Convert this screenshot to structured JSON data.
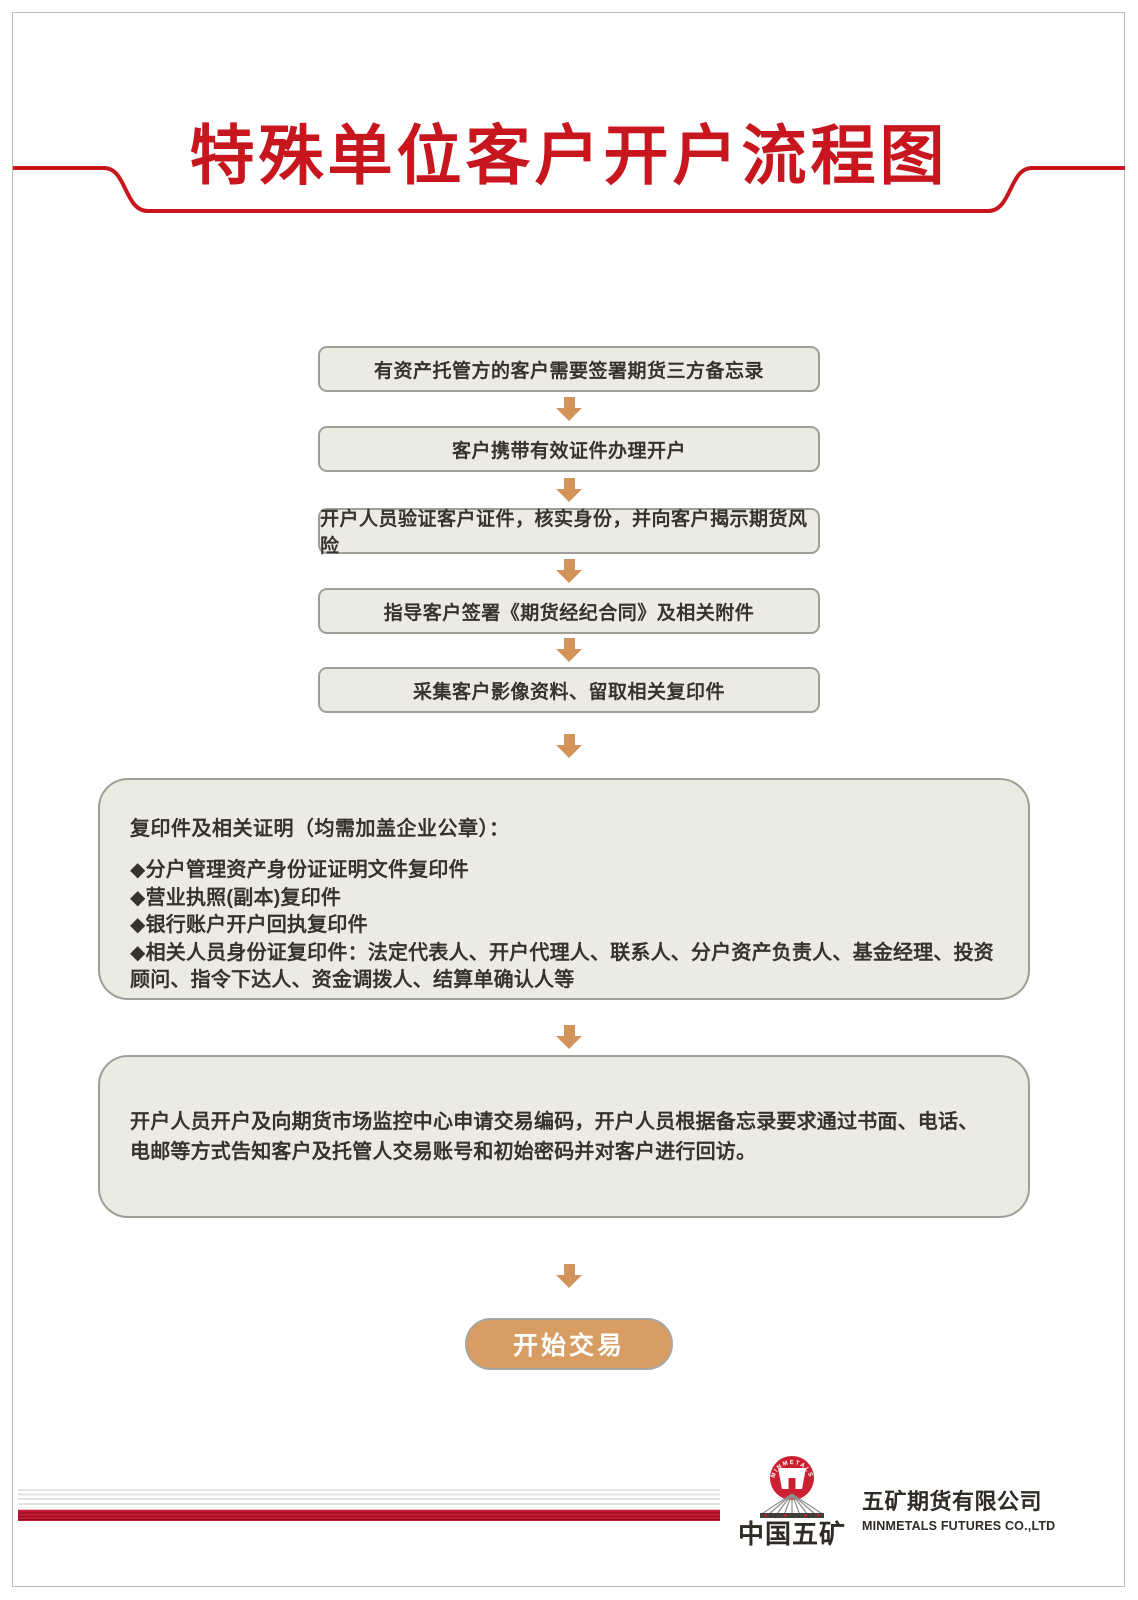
{
  "page": {
    "title": "特殊单位客户开户流程图"
  },
  "colors": {
    "brand-red": "#c8161e",
    "arrow-orange": "#d2945a",
    "button-orange": "#d79d62",
    "box-bg": "#ecebe2",
    "box-border": "#a09f97",
    "text-dark": "#36322d",
    "stripe-red": "#c51a35",
    "logo-red": "#cc2032"
  },
  "flow": {
    "steps": [
      {
        "label": "有资产托管方的客户需要签署期货三方备忘录"
      },
      {
        "label": "客户携带有效证件办理开户"
      },
      {
        "label": "开户人员验证客户证件，核实身份，并向客户揭示期货风险"
      },
      {
        "label": "指导客户签署《期货经纪合同》及相关附件"
      },
      {
        "label": "采集客户影像资料、留取相关复印件"
      }
    ],
    "documents_box": {
      "heading": "复印件及相关证明（均需加盖企业公章）：",
      "items": [
        "◆分户管理资产身份证证明文件复印件",
        "◆营业执照(副本)复印件",
        "◆银行账户开户回执复印件",
        "◆相关人员身份证复印件：法定代表人、开户代理人、联系人、分户资产负责人、基金经理、投资顾问、指令下达人、资金调拨人、结算单确认人等"
      ]
    },
    "final_note": "开户人员开户及向期货市场监控中心申请交易编码，开户人员根据备忘录要求通过书面、电话、电邮等方式告知客户及托管人交易账号和初始密码并对客户进行回访。",
    "start_button": "开始交易"
  },
  "footer": {
    "logo_ring_text": "MINMETALS",
    "logo_caption": "中国五矿",
    "company_cn": "五矿期货有限公司",
    "company_en": "MINMETALS FUTURES CO.,LTD"
  }
}
